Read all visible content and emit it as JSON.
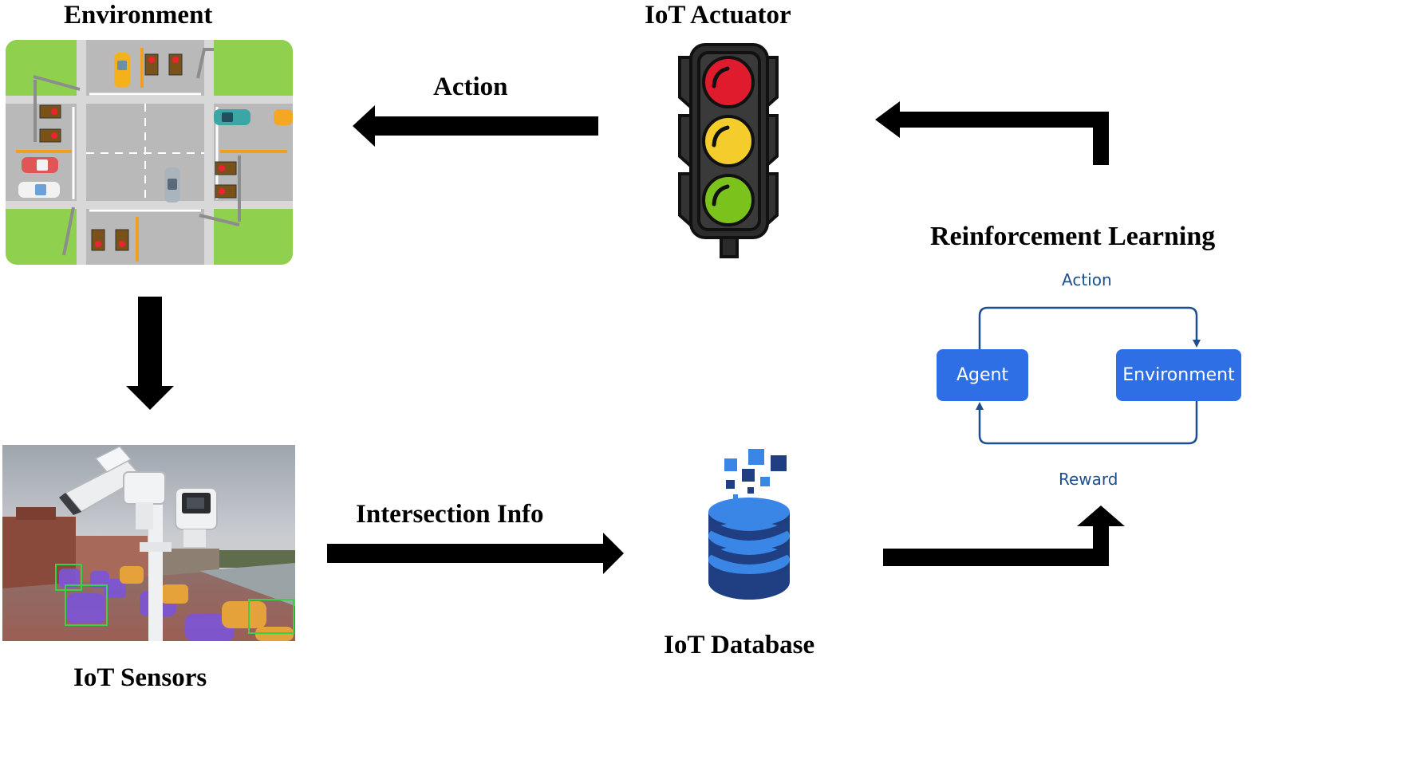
{
  "nodes": {
    "environment": {
      "label": "Environment"
    },
    "iot_actuator": {
      "label": "IoT Actuator"
    },
    "iot_sensors": {
      "label": "IoT Sensors"
    },
    "iot_database": {
      "label": "IoT Database"
    },
    "reinforcement_learning": {
      "label": "Reinforcement Learning"
    }
  },
  "edges": {
    "action": {
      "label": "Action",
      "from": "IoT Actuator",
      "to": "Environment"
    },
    "intersection_info": {
      "label": "Intersection Info",
      "from": "IoT Sensors",
      "to": "IoT Database"
    }
  },
  "rl_loop": {
    "agent": "Agent",
    "environment": "Environment",
    "action": "Action",
    "reward": "Reward",
    "colors": {
      "box": "#2f6fe6",
      "line": "#1d4f8f"
    }
  },
  "colors": {
    "traffic_light_red": "#e01b2d",
    "traffic_light_yellow": "#f4cc2c",
    "traffic_light_green": "#7cc21c",
    "grass": "#8fd14f",
    "road": "#b9b9b9"
  }
}
